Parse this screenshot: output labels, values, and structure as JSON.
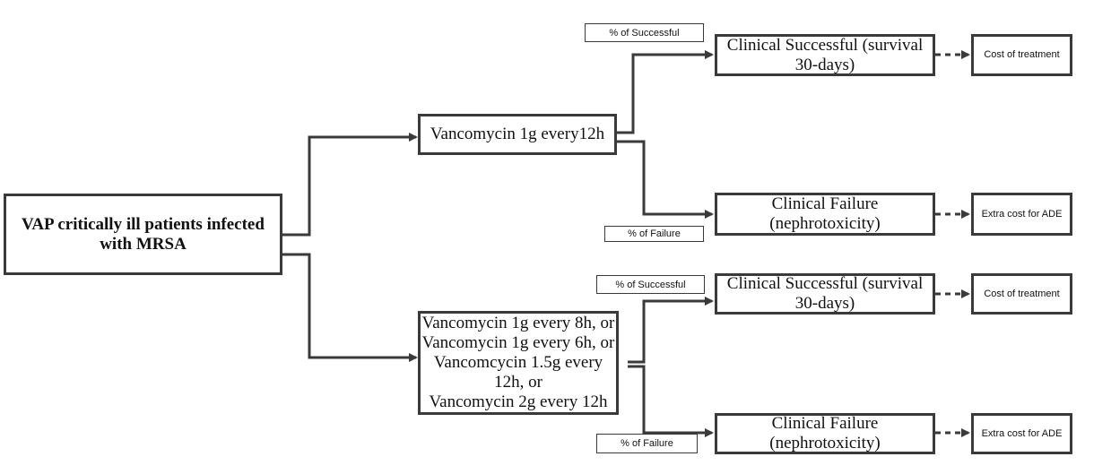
{
  "nodes": {
    "root": {
      "line1": "VAP critically ill patients infected",
      "line2": "with MRSA"
    },
    "arm_a": {
      "text": "Vancomycin 1g every12h"
    },
    "arm_b": {
      "lines": [
        "Vancomycin 1g every 8h, or",
        "Vancomycin 1g every 6h, or",
        "Vancomcycin 1.5g every",
        "12h, or",
        "Vancomycin 2g every 12h"
      ]
    },
    "a_success": {
      "line1": "Clinical Successful (survival",
      "line2": "30-days)"
    },
    "a_failure": {
      "line1": "Clinical Failure",
      "line2": "(nephrotoxicity)"
    },
    "b_success": {
      "line1": "Clinical Successful (survival",
      "line2": "30-days)"
    },
    "b_failure": {
      "line1": "Clinical Failure",
      "line2": "(nephrotoxicity)"
    },
    "a_success_outcome": "Cost of treatment",
    "a_failure_outcome": "Extra cost for ADE",
    "b_success_outcome": "Cost of treatment",
    "b_failure_outcome": "Extra cost for ADE"
  },
  "labels": {
    "a_success_prob": "% of Successful",
    "a_failure_prob": "% of Failure",
    "b_success_prob": "% of Successful",
    "b_failure_prob": "% of Failure"
  },
  "colors": {
    "line": "#3a3a3a",
    "text": "#111111",
    "background": "#ffffff"
  }
}
